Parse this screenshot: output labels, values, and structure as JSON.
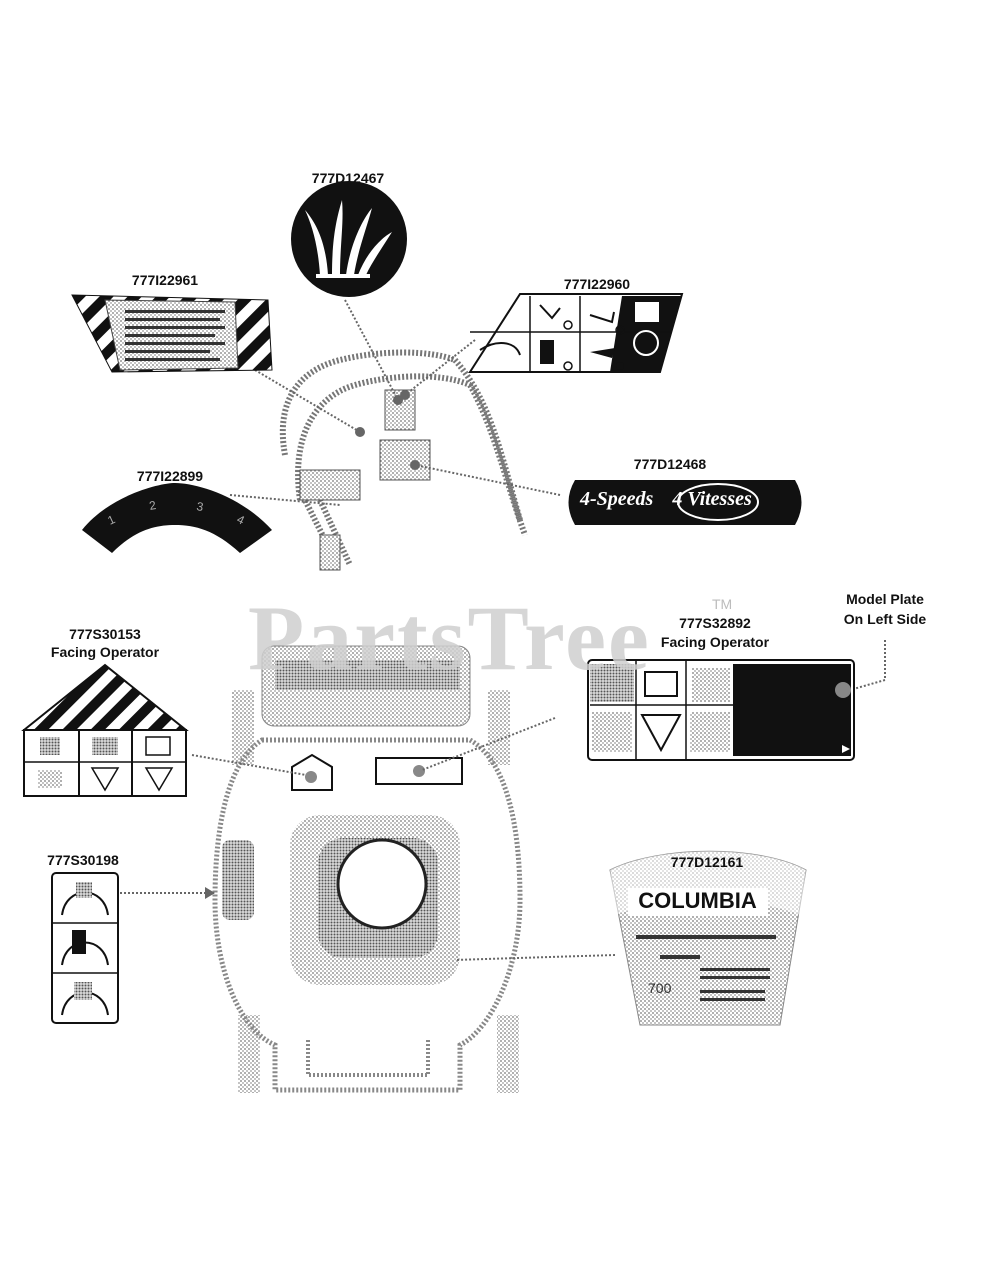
{
  "watermark": {
    "brand": "PartsTree",
    "trademark": "TM"
  },
  "parts": {
    "p1": {
      "number": "777D12467"
    },
    "p2": {
      "number": "777I22961"
    },
    "p3": {
      "number": "777I22960"
    },
    "p4": {
      "number": "777I22899"
    },
    "p5": {
      "number": "777D12468",
      "text_a": "4-Speeds",
      "text_b": "4 Vitesses"
    },
    "p6": {
      "number": "777S30153",
      "note": "Facing Operator"
    },
    "p7": {
      "number": "777S32892",
      "note": "Facing Operator"
    },
    "p8": {
      "line1": "Model Plate",
      "line2": "On Left Side"
    },
    "p9": {
      "number": "777S30198"
    },
    "p10": {
      "number": "777D12161",
      "brand": "COLUMBIA"
    }
  },
  "colors": {
    "ink": "#111111",
    "stipple": "#8a8a8a",
    "watermark": "#cfcfcf"
  }
}
